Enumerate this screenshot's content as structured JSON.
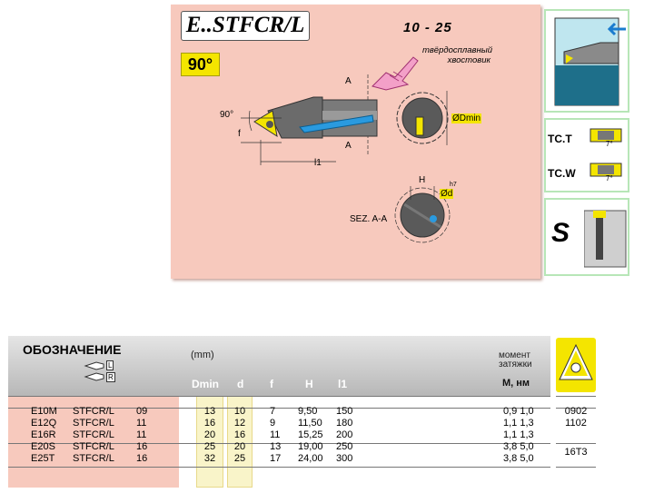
{
  "header": {
    "designation": "E..STFCR/L",
    "range": "10 -  25",
    "angle": "90°",
    "note_line1": "твёрдосплавный",
    "note_line2": "хвостовик"
  },
  "diagram": {
    "angle_label": "90°",
    "f_label": "f",
    "l1_label": "l1",
    "a_label": "A",
    "dmin_label": "ØDmin",
    "h_label": "H",
    "h7_label": "h7",
    "d_label": "Ød",
    "section_label": "SEZ. A-A"
  },
  "side_panel": {
    "tct": "TC.T",
    "tcw": "TC.W",
    "deg7": "7°",
    "s_label": "S"
  },
  "table": {
    "header_title": "ОБОЗНАЧЕНИЕ",
    "unit": "(mm)",
    "l_mark": "L",
    "r_mark": "R",
    "torque_line1": "момент",
    "torque_line2": "затяжки",
    "columns": [
      "Dmin",
      "d",
      "f",
      "H",
      "l1"
    ],
    "torque_unit": "M, нм",
    "rows": [
      {
        "code": "E10M",
        "type": "STFCR/L",
        "size": "09",
        "dmin": "13",
        "d": "10",
        "f": "7",
        "h": "9,50",
        "l1": "150",
        "m": "0,9  1,0"
      },
      {
        "code": "E12Q",
        "type": "STFCR/L",
        "size": "11",
        "dmin": "16",
        "d": "12",
        "f": "9",
        "h": "11,50",
        "l1": "180",
        "m": "1,1  1,3"
      },
      {
        "code": "E16R",
        "type": "STFCR/L",
        "size": "11",
        "dmin": "20",
        "d": "16",
        "f": "11",
        "h": "15,25",
        "l1": "200",
        "m": "1,1  1,3"
      },
      {
        "code": "E20S",
        "type": "STFCR/L",
        "size": "16",
        "dmin": "25",
        "d": "20",
        "f": "13",
        "h": "19,00",
        "l1": "250",
        "m": "3,8  5,0"
      },
      {
        "code": "E25T",
        "type": "STFCR/L",
        "size": "16",
        "dmin": "32",
        "d": "25",
        "f": "17",
        "h": "24,00",
        "l1": "300",
        "m": "3,8  5,0"
      }
    ],
    "inserts": [
      "0902",
      "1102",
      "16T3"
    ]
  }
}
